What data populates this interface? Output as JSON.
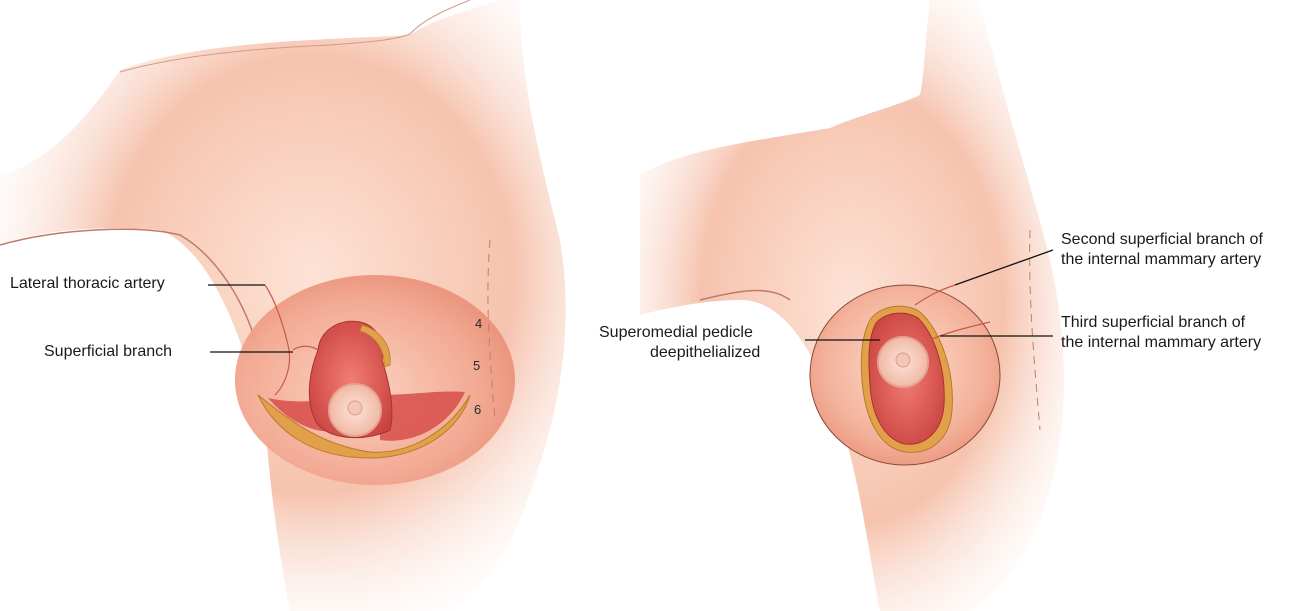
{
  "left_panel": {
    "labels": {
      "lateral_thoracic": "Lateral thoracic artery",
      "superficial_branch": "Superficial branch"
    },
    "rib_numbers": [
      "4",
      "5",
      "6"
    ]
  },
  "right_panel": {
    "labels": {
      "pedicle_line1": "Superomedial pedicle",
      "pedicle_line2": "deepithelialized",
      "second_branch_line1": "Second superficial branch of",
      "second_branch_line2": "the internal mammary artery",
      "third_branch_line1": "Third superficial branch of",
      "third_branch_line2": "the internal mammary artery"
    }
  },
  "colors": {
    "skin": "#f3b8a3",
    "skin_shadow": "#e7907a",
    "tissue": "#d9534f",
    "fat": "#e3a04a",
    "vessel": "#c95a4a",
    "leader_line": "#111111"
  }
}
